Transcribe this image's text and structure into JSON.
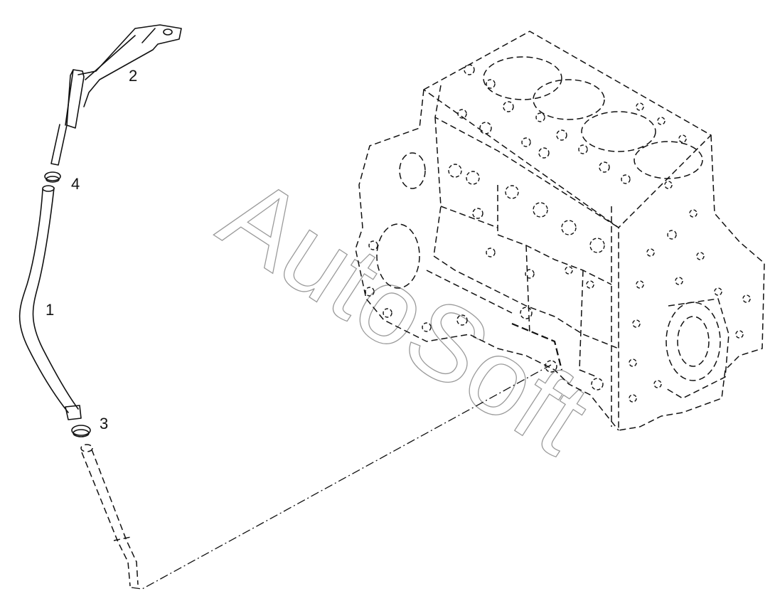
{
  "diagram": {
    "watermark": "AutoSoft",
    "callouts": [
      {
        "id": "1",
        "label": "1"
      },
      {
        "id": "2",
        "label": "2"
      },
      {
        "id": "3",
        "label": "3"
      },
      {
        "id": "4",
        "label": "4"
      }
    ],
    "parts": [
      {
        "id": "1",
        "icon": "oil-filler-tube-icon"
      },
      {
        "id": "2",
        "icon": "mounting-bracket-icon"
      },
      {
        "id": "3",
        "icon": "hose-clamp-icon"
      },
      {
        "id": "4",
        "icon": "hose-clamp-icon"
      }
    ],
    "reference": "engine-block-icon"
  }
}
